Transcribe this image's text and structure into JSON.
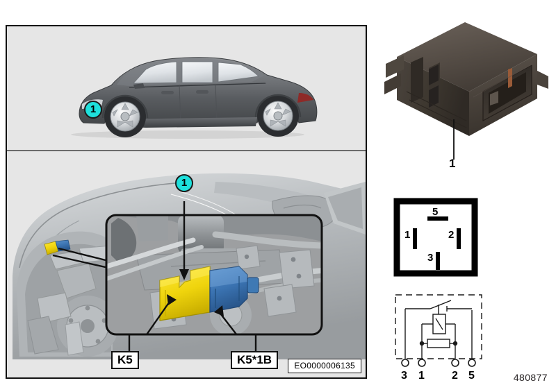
{
  "document": {
    "figure_id": "EO0000006135",
    "drawing_number": "480877"
  },
  "panels": {
    "vehicle_overview": {
      "name": "vehicle-side-view",
      "callout": "1"
    },
    "engine_bay": {
      "name": "front-left-engine-compartment",
      "callout": "1",
      "labels": {
        "relay": "K5",
        "connector": "K5*1B"
      }
    }
  },
  "connector_figure": {
    "callout": "1"
  },
  "pinout": {
    "terminals": [
      {
        "id": "5",
        "position": "top"
      },
      {
        "id": "1",
        "position": "left"
      },
      {
        "id": "2",
        "position": "right"
      },
      {
        "id": "3",
        "position": "bottom"
      }
    ]
  },
  "schematic": {
    "pins": [
      "3",
      "1",
      "2",
      "5"
    ]
  },
  "colors": {
    "callout_fill": "#1EE0DC",
    "callout_stroke": "#1B1B1B",
    "panel_fill": "#E6E6E6",
    "panel_stroke": "#111111",
    "relay_yellow": "#F2D612",
    "connector_blue": "#3C78B4",
    "body_grey": "#9A9EA2",
    "connector_body": "#4A443F"
  }
}
